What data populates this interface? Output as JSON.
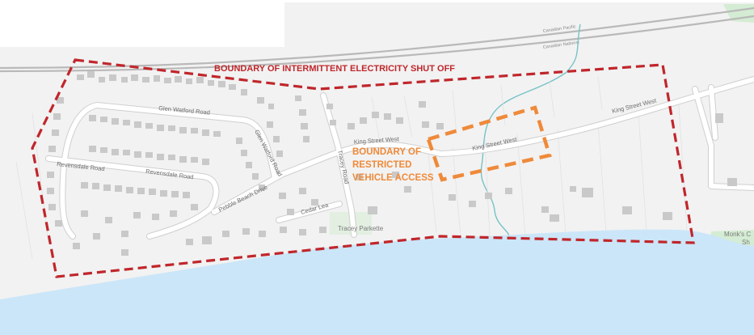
{
  "labels": {
    "boundary_electricity": "BOUNDARY OF INTERMITTENT ELECTRICITY SHUT OFF",
    "boundary_vehicle_line1": "BOUNDARY OF",
    "boundary_vehicle_line2": "RESTRICTED",
    "boundary_vehicle_line3": "VEHICLE ACCESS"
  },
  "streets": {
    "glen_watford_road": "Glen Watford Road",
    "glen_watford_road_vertical": "Glen Watford Road",
    "revensdale_road_west": "Revensdale Road",
    "revensdale_road_east": "Revensdale Road",
    "pebble_beach_drive": "Pebble Beach Drive",
    "cedar_lea": "Cedar Lea",
    "tracey_road": "Tracey Road",
    "king_street_west_1": "King Street West",
    "king_street_west_2": "King Street West",
    "king_street_west_3": "King Street West"
  },
  "places": {
    "tracey_parkette": "Tracey Parkette",
    "monks_cove_line1": "Monk's C",
    "monks_cove_line2": "Sh"
  },
  "railway": {
    "label_1": "Canadian Pacific",
    "label_2": "Canadian National"
  },
  "colors": {
    "water": "#cbe6f8",
    "land": "#f2f2f2",
    "building": "#c9c9c9",
    "road_fill": "#ffffff",
    "road_edge": "#cfcfcf",
    "boundary_electricity": "#c0262b",
    "boundary_vehicle": "#ef8a3a",
    "park": "#d4ecd3",
    "creek": "#77c2c6"
  }
}
